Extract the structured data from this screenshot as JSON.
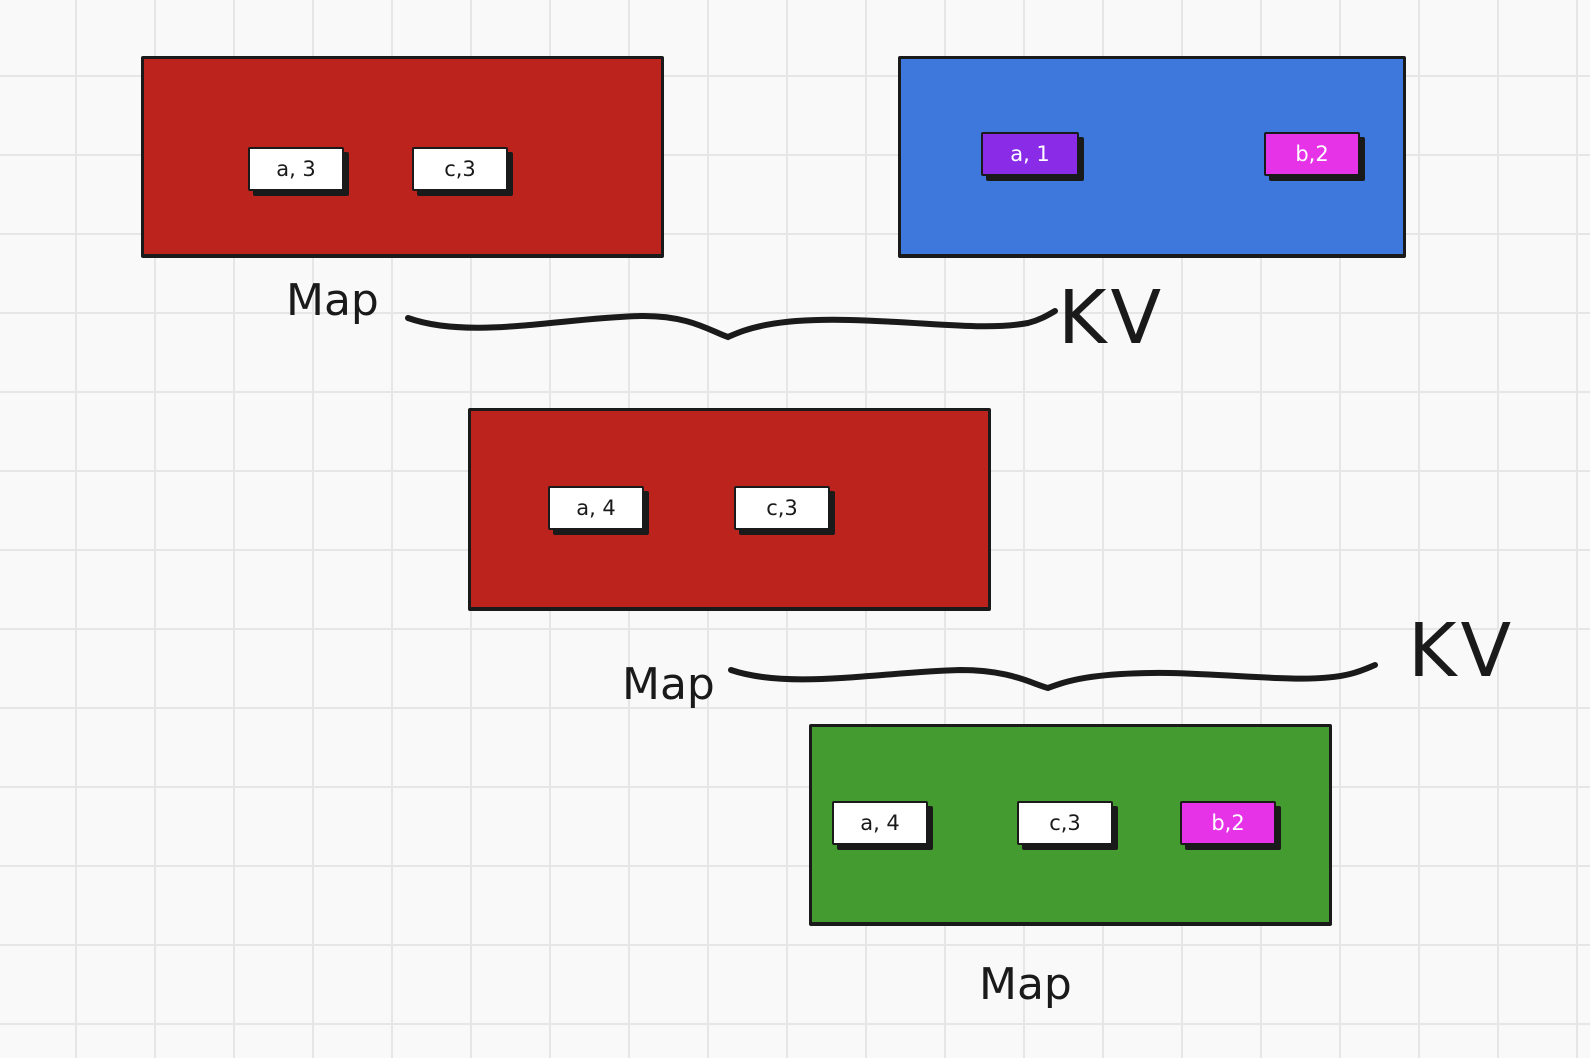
{
  "colors": {
    "map_box": "#bb231c",
    "kv_box": "#3e78dc",
    "merged_box": "#449b30",
    "entry_default": "#ffffff",
    "entry_purple": "#8a2be8",
    "entry_magenta": "#e633e8",
    "stroke": "#1a1a1a"
  },
  "diagram": {
    "map1": {
      "label": "Map",
      "entries": [
        {
          "text": "a, 3",
          "color": "#ffffff"
        },
        {
          "text": "c,3",
          "color": "#ffffff"
        }
      ]
    },
    "kv1": {
      "label": "KV",
      "entries": [
        {
          "text": "a, 1",
          "color": "#8a2be8"
        },
        {
          "text": "b,2",
          "color": "#e633e8"
        }
      ]
    },
    "map2": {
      "label": "Map",
      "entries": [
        {
          "text": "a, 4",
          "color": "#ffffff"
        },
        {
          "text": "c,3",
          "color": "#ffffff"
        }
      ]
    },
    "kv2": {
      "label": "KV"
    },
    "map3": {
      "label": "Map",
      "entries": [
        {
          "text": "a, 4",
          "color": "#ffffff"
        },
        {
          "text": "c,3",
          "color": "#ffffff"
        },
        {
          "text": "b,2",
          "color": "#e633e8"
        }
      ]
    }
  }
}
